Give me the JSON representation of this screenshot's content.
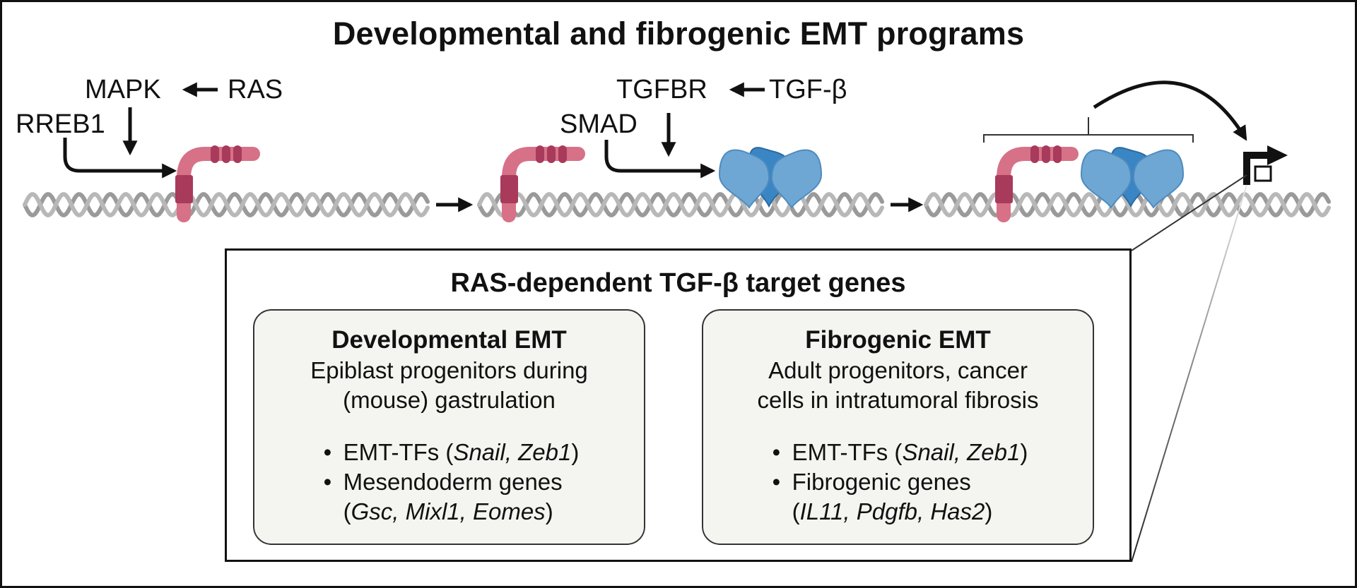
{
  "title": "Developmental and fibrogenic EMT programs",
  "stage1": {
    "kinase": "MAPK",
    "upstream": "RAS",
    "factor": "RREB1"
  },
  "stage2": {
    "receptor": "TGFBR",
    "ligand": "TGF-β",
    "effector": "SMAD"
  },
  "target_box": {
    "title": "RAS-dependent TGF-β target genes",
    "developmental": {
      "title": "Developmental EMT",
      "subtitle_line1": "Epiblast progenitors during",
      "subtitle_line2": "(mouse) gastrulation",
      "bullet1_prefix": "EMT-TFs (",
      "bullet1_genes": "Snail, Zeb1",
      "bullet1_suffix": ")",
      "bullet2": "Mesendoderm genes",
      "bullet2_open": "(",
      "bullet2_genes": "Gsc, Mixl1, Eomes",
      "bullet2_close": ")"
    },
    "fibrogenic": {
      "title": "Fibrogenic EMT",
      "subtitle_line1": "Adult progenitors, cancer",
      "subtitle_line2": "cells in intratumoral fibrosis",
      "bullet1_prefix": "EMT-TFs (",
      "bullet1_genes": "Snail, Zeb1",
      "bullet1_suffix": ")",
      "bullet2": "Fibrogenic genes",
      "bullet2_open": "(",
      "bullet2_genes": "IL11, Pdgfb, Has2",
      "bullet2_close": ")"
    }
  },
  "bullet_glyph": "•",
  "colors": {
    "rreb1_dark": "#a83a5b",
    "rreb1_light": "#d77187",
    "smad_light": "#6ea7d4",
    "smad_dark": "#3a86c4",
    "dna": "#9a9a9a"
  }
}
